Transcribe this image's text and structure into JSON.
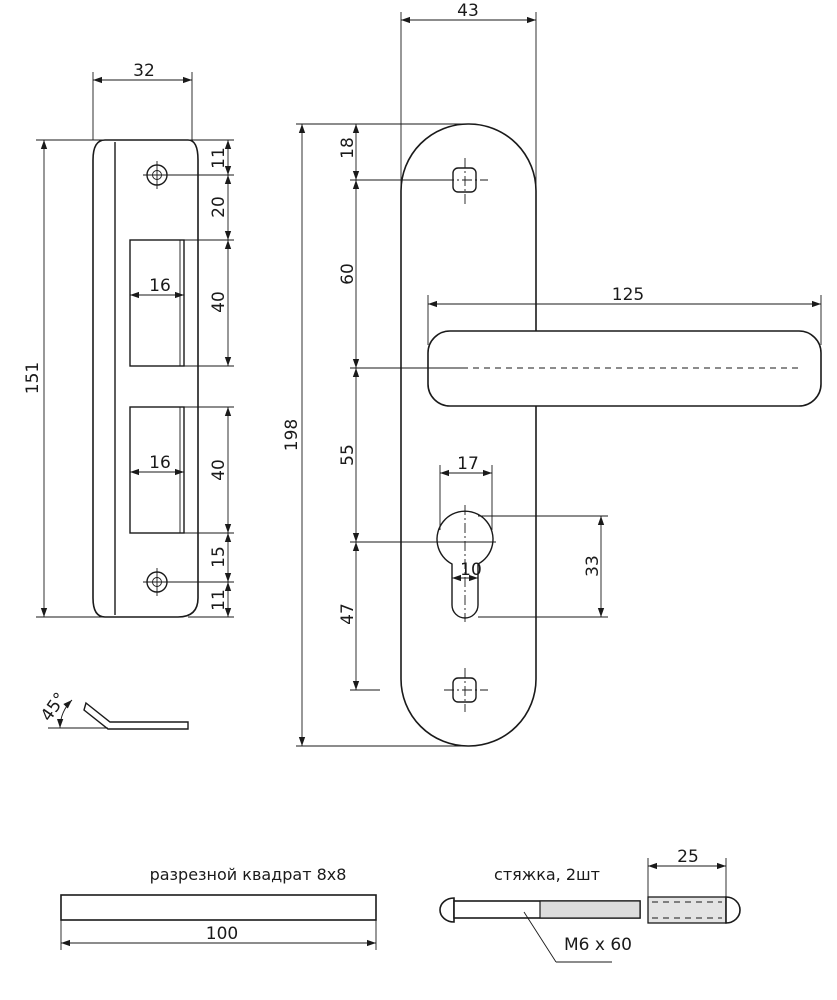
{
  "strike_plate": {
    "width": "32",
    "height": "151",
    "top_hole": "11",
    "gap_top": "20",
    "slot_top_height": "40",
    "slot_top_width": "16",
    "slot_bottom_height": "40",
    "slot_bottom_width": "16",
    "gap_bottom": "15",
    "bottom_hole": "11",
    "bend_angle": "45°"
  },
  "escutcheon": {
    "width": "43",
    "height": "198",
    "top_to_screw": "18",
    "screw_to_handle": "60",
    "handle_to_cylinder": "55",
    "cylinder_to_screw": "47",
    "handle_length": "125",
    "cylinder_width": "17",
    "cylinder_height": "33",
    "cylinder_slot": "10"
  },
  "spindle": {
    "caption": "разрезной квадрат 8х8",
    "length": "100"
  },
  "bolt": {
    "caption": "стяжка, 2шт",
    "length": "25",
    "spec": "М6 х 60"
  }
}
